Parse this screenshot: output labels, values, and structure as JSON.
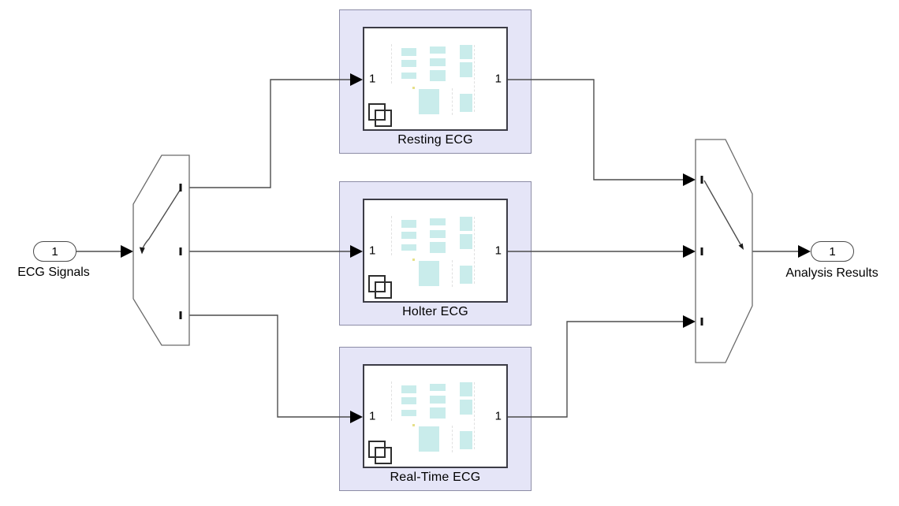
{
  "diagram": {
    "kind": "simulink-block-diagram",
    "input_port": {
      "number": "1",
      "label": "ECG Signals"
    },
    "output_port": {
      "number": "1",
      "label": "Analysis Results"
    },
    "subsystems": [
      {
        "name": "Resting ECG",
        "input_port_label": "1",
        "output_port_label": "1"
      },
      {
        "name": "Holter ECG",
        "input_port_label": "1",
        "output_port_label": "1"
      },
      {
        "name": "Real-Time ECG",
        "input_port_label": "1",
        "output_port_label": "1"
      }
    ],
    "colors": {
      "canvas_bg": "#ffffff",
      "subsystem_fill": "#e5e5f7",
      "subsystem_border": "#8c8ca6",
      "inner_box_border": "#3c3c46",
      "thumbnail_block_fill": "#c9eceb",
      "thumbnail_dot": "#e6e08a",
      "wire": "#4d4d4d",
      "text": "#000000"
    }
  }
}
